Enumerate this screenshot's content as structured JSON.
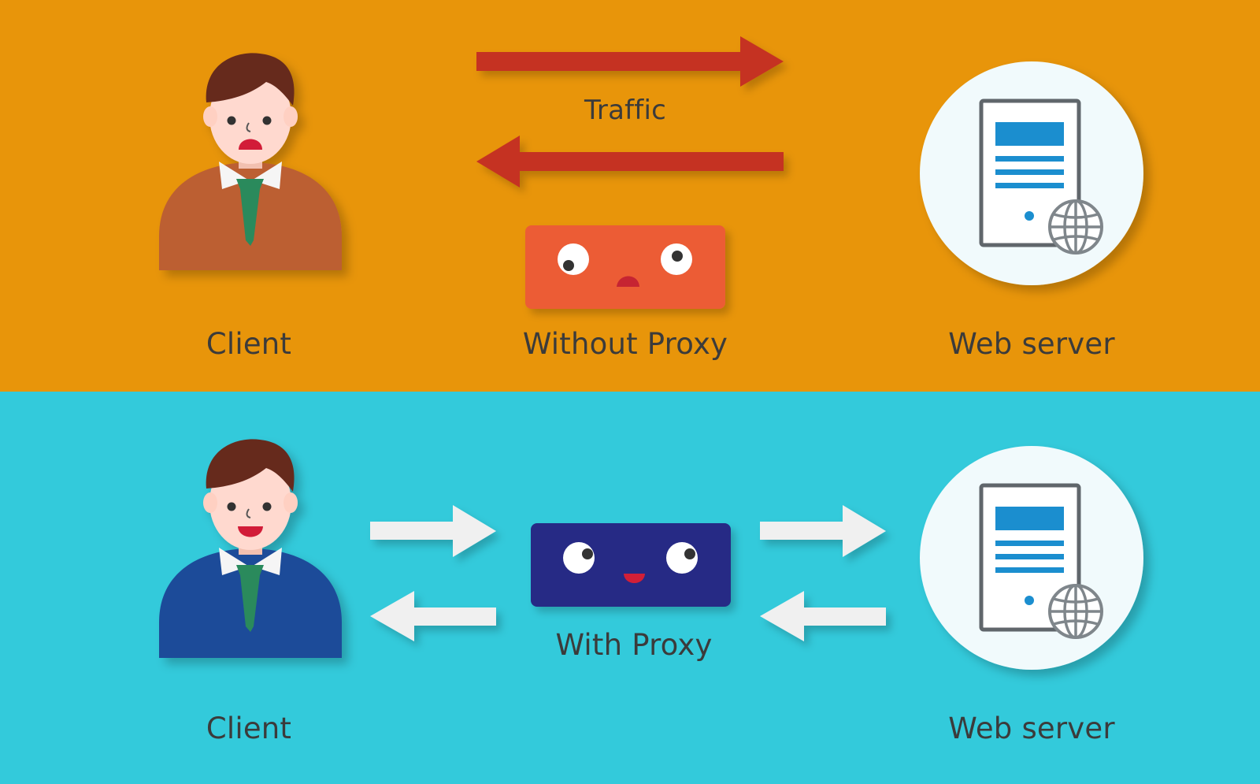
{
  "colors": {
    "top_background": "#E8950A",
    "bottom_background": "#33CADB",
    "traffic_arrow": "#C53321",
    "proxy_arrow": "#F0F0F0",
    "no_proxy_box": "#EC5C34",
    "proxy_box": "#262C85",
    "server_circle": "#F1FAFC",
    "server_screen": "#1B8ECF",
    "client_suit_top": "#BC5E31",
    "client_suit_bottom": "#1E4C99",
    "tie": "#2A8A5C",
    "hair": "#66291D"
  },
  "top_panel": {
    "client_label": "Client",
    "traffic_label": "Traffic",
    "proxy_label": "Without Proxy",
    "server_label": "Web server"
  },
  "bottom_panel": {
    "client_label": "Client",
    "proxy_label": "With Proxy",
    "server_label": "Web server"
  },
  "icons": [
    "person-icon",
    "server-icon",
    "globe-icon",
    "proxy-face-icon",
    "arrow-right-icon",
    "arrow-left-icon"
  ]
}
